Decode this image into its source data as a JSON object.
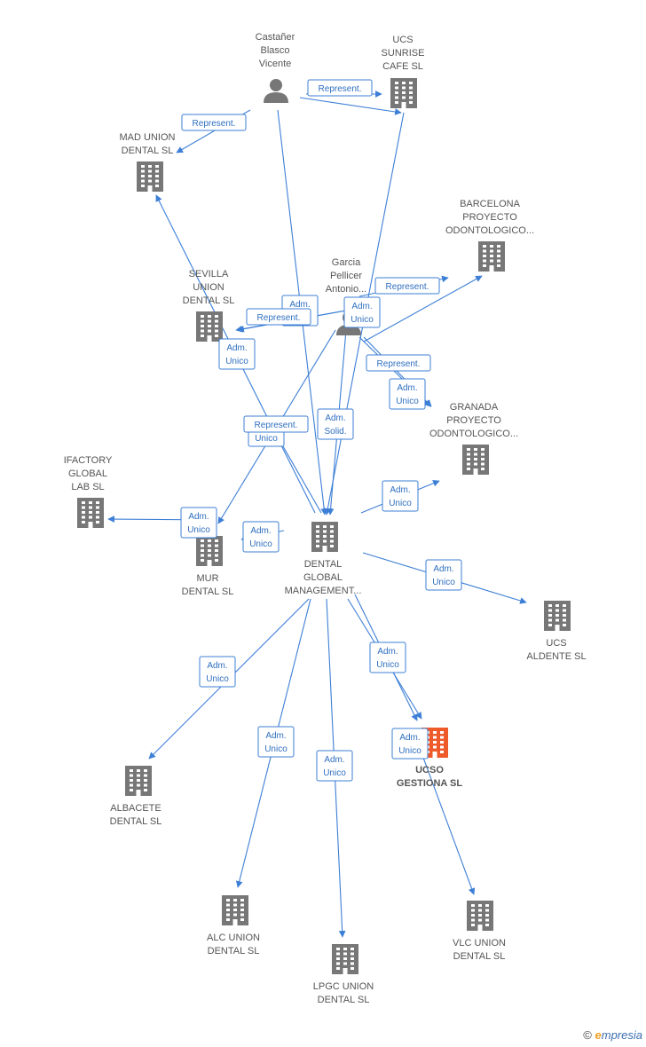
{
  "colors": {
    "edge": "#3d7fd6",
    "node": "#777777",
    "highlight": "#ef5a2a"
  },
  "nodes": [
    {
      "id": "castaner",
      "type": "person",
      "label": [
        "Castañer",
        "Blasco",
        "Vicente"
      ]
    },
    {
      "id": "garcia",
      "type": "person",
      "label": [
        "Garcia",
        "Pellicer",
        "Antonio..."
      ]
    },
    {
      "id": "ucs_sunrise",
      "type": "company",
      "label": [
        "UCS",
        "SUNRISE",
        "CAFE  SL"
      ]
    },
    {
      "id": "mad_union",
      "type": "company",
      "label": [
        "MAD UNION",
        "DENTAL  SL"
      ]
    },
    {
      "id": "barcelona",
      "type": "company",
      "label": [
        "BARCELONA",
        "PROYECTO",
        "ODONTOLOGICO..."
      ]
    },
    {
      "id": "sevilla",
      "type": "company",
      "label": [
        "SEVILLA",
        "UNION",
        "DENTAL  SL"
      ]
    },
    {
      "id": "granada",
      "type": "company",
      "label": [
        "GRANADA",
        "PROYECTO",
        "ODONTOLOGICO..."
      ]
    },
    {
      "id": "ifactory",
      "type": "company",
      "label": [
        "IFACTORY",
        "GLOBAL",
        "LAB  SL"
      ]
    },
    {
      "id": "mur",
      "type": "company",
      "label": [
        "MUR",
        "DENTAL  SL"
      ]
    },
    {
      "id": "dental_global",
      "type": "company",
      "label": [
        "DENTAL",
        "GLOBAL",
        "MANAGEMENT..."
      ]
    },
    {
      "id": "ucs_aldente",
      "type": "company",
      "label": [
        "UCS",
        "ALDENTE  SL"
      ]
    },
    {
      "id": "ucso",
      "type": "company",
      "highlight": true,
      "label": [
        "UCSO",
        "GESTIONA  SL"
      ]
    },
    {
      "id": "albacete",
      "type": "company",
      "label": [
        "ALBACETE",
        "DENTAL  SL"
      ]
    },
    {
      "id": "alc_union",
      "type": "company",
      "label": [
        "ALC UNION",
        "DENTAL  SL"
      ]
    },
    {
      "id": "lpgc_union",
      "type": "company",
      "label": [
        "LPGC UNION",
        "DENTAL  SL"
      ]
    },
    {
      "id": "vlc_union",
      "type": "company",
      "label": [
        "VLC UNION",
        "DENTAL  SL"
      ]
    }
  ],
  "edge_labels": [
    [
      "Represent."
    ],
    [
      "Represent."
    ],
    [
      "Adm.",
      "Unico"
    ],
    [
      "Represent."
    ],
    [
      "Adm.",
      "Unico"
    ],
    [
      "Represent."
    ],
    [
      "Adm.",
      "Unico"
    ],
    [
      "Represent."
    ],
    [
      "Adm.",
      "Unico"
    ],
    [
      "Adm.",
      "Unico"
    ],
    [
      "Represent."
    ],
    [
      "Adm.",
      "Solid."
    ],
    [
      "Adm.",
      "Unico"
    ],
    [
      "Adm.",
      "Unico"
    ],
    [
      "Adm.",
      "Unico"
    ],
    [
      "Adm.",
      "Unico"
    ],
    [
      "Adm.",
      "Unico"
    ],
    [
      "Adm.",
      "Unico"
    ],
    [
      "Adm.",
      "Unico"
    ],
    [
      "Adm.",
      "Unico"
    ],
    [
      "Adm.",
      "Unico"
    ],
    [
      "Adm.",
      "Unico"
    ]
  ],
  "footer": {
    "copyright": "©",
    "brand_e": "e",
    "brand_rest": "mpresia"
  }
}
